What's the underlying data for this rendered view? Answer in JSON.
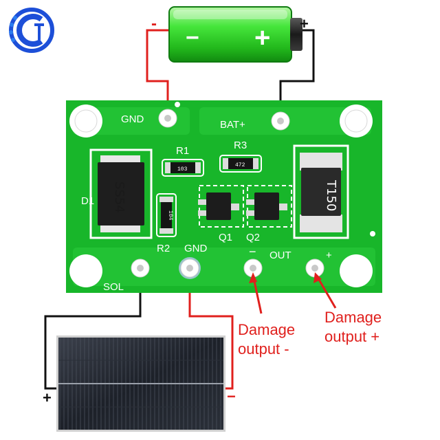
{
  "colors": {
    "pcb": "#18b62a",
    "pcb_trace": "#28c83a",
    "wire_red": "#e0201d",
    "wire_black": "#111111",
    "battery_green": "#3ee23a",
    "note_red": "#e0201d",
    "logo_blue": "#1d4fd8"
  },
  "icons": {
    "logo": "brand-logo-icon",
    "battery": "battery-icon",
    "solar_panel": "solar-panel-icon"
  },
  "battery": {
    "minus_sign": "−",
    "plus_sign": "+",
    "neg_terminal_label": "-",
    "pos_terminal_label": "+"
  },
  "board": {
    "gnd_top": "GND",
    "bat_plus": "BAT+",
    "r1": "R1",
    "r3": "R3",
    "d1": "D1",
    "r2": "R2",
    "gnd_bottom": "GND",
    "q1": "Q1",
    "q2": "Q2",
    "out": "OUT",
    "out_plus": "+",
    "sol": "SOL",
    "out_minus": "−",
    "r1_code": "103",
    "r3_code": "472",
    "r2_code": "104",
    "d1_mark": "SS54",
    "fuse_mark": "T150"
  },
  "annotations": {
    "damage_minus_line1": "Damage",
    "damage_minus_line2": "output -",
    "damage_plus_line1": "Damage",
    "damage_plus_line2": "output +"
  },
  "solar": {
    "plus_label": "+",
    "minus_label": "−"
  }
}
